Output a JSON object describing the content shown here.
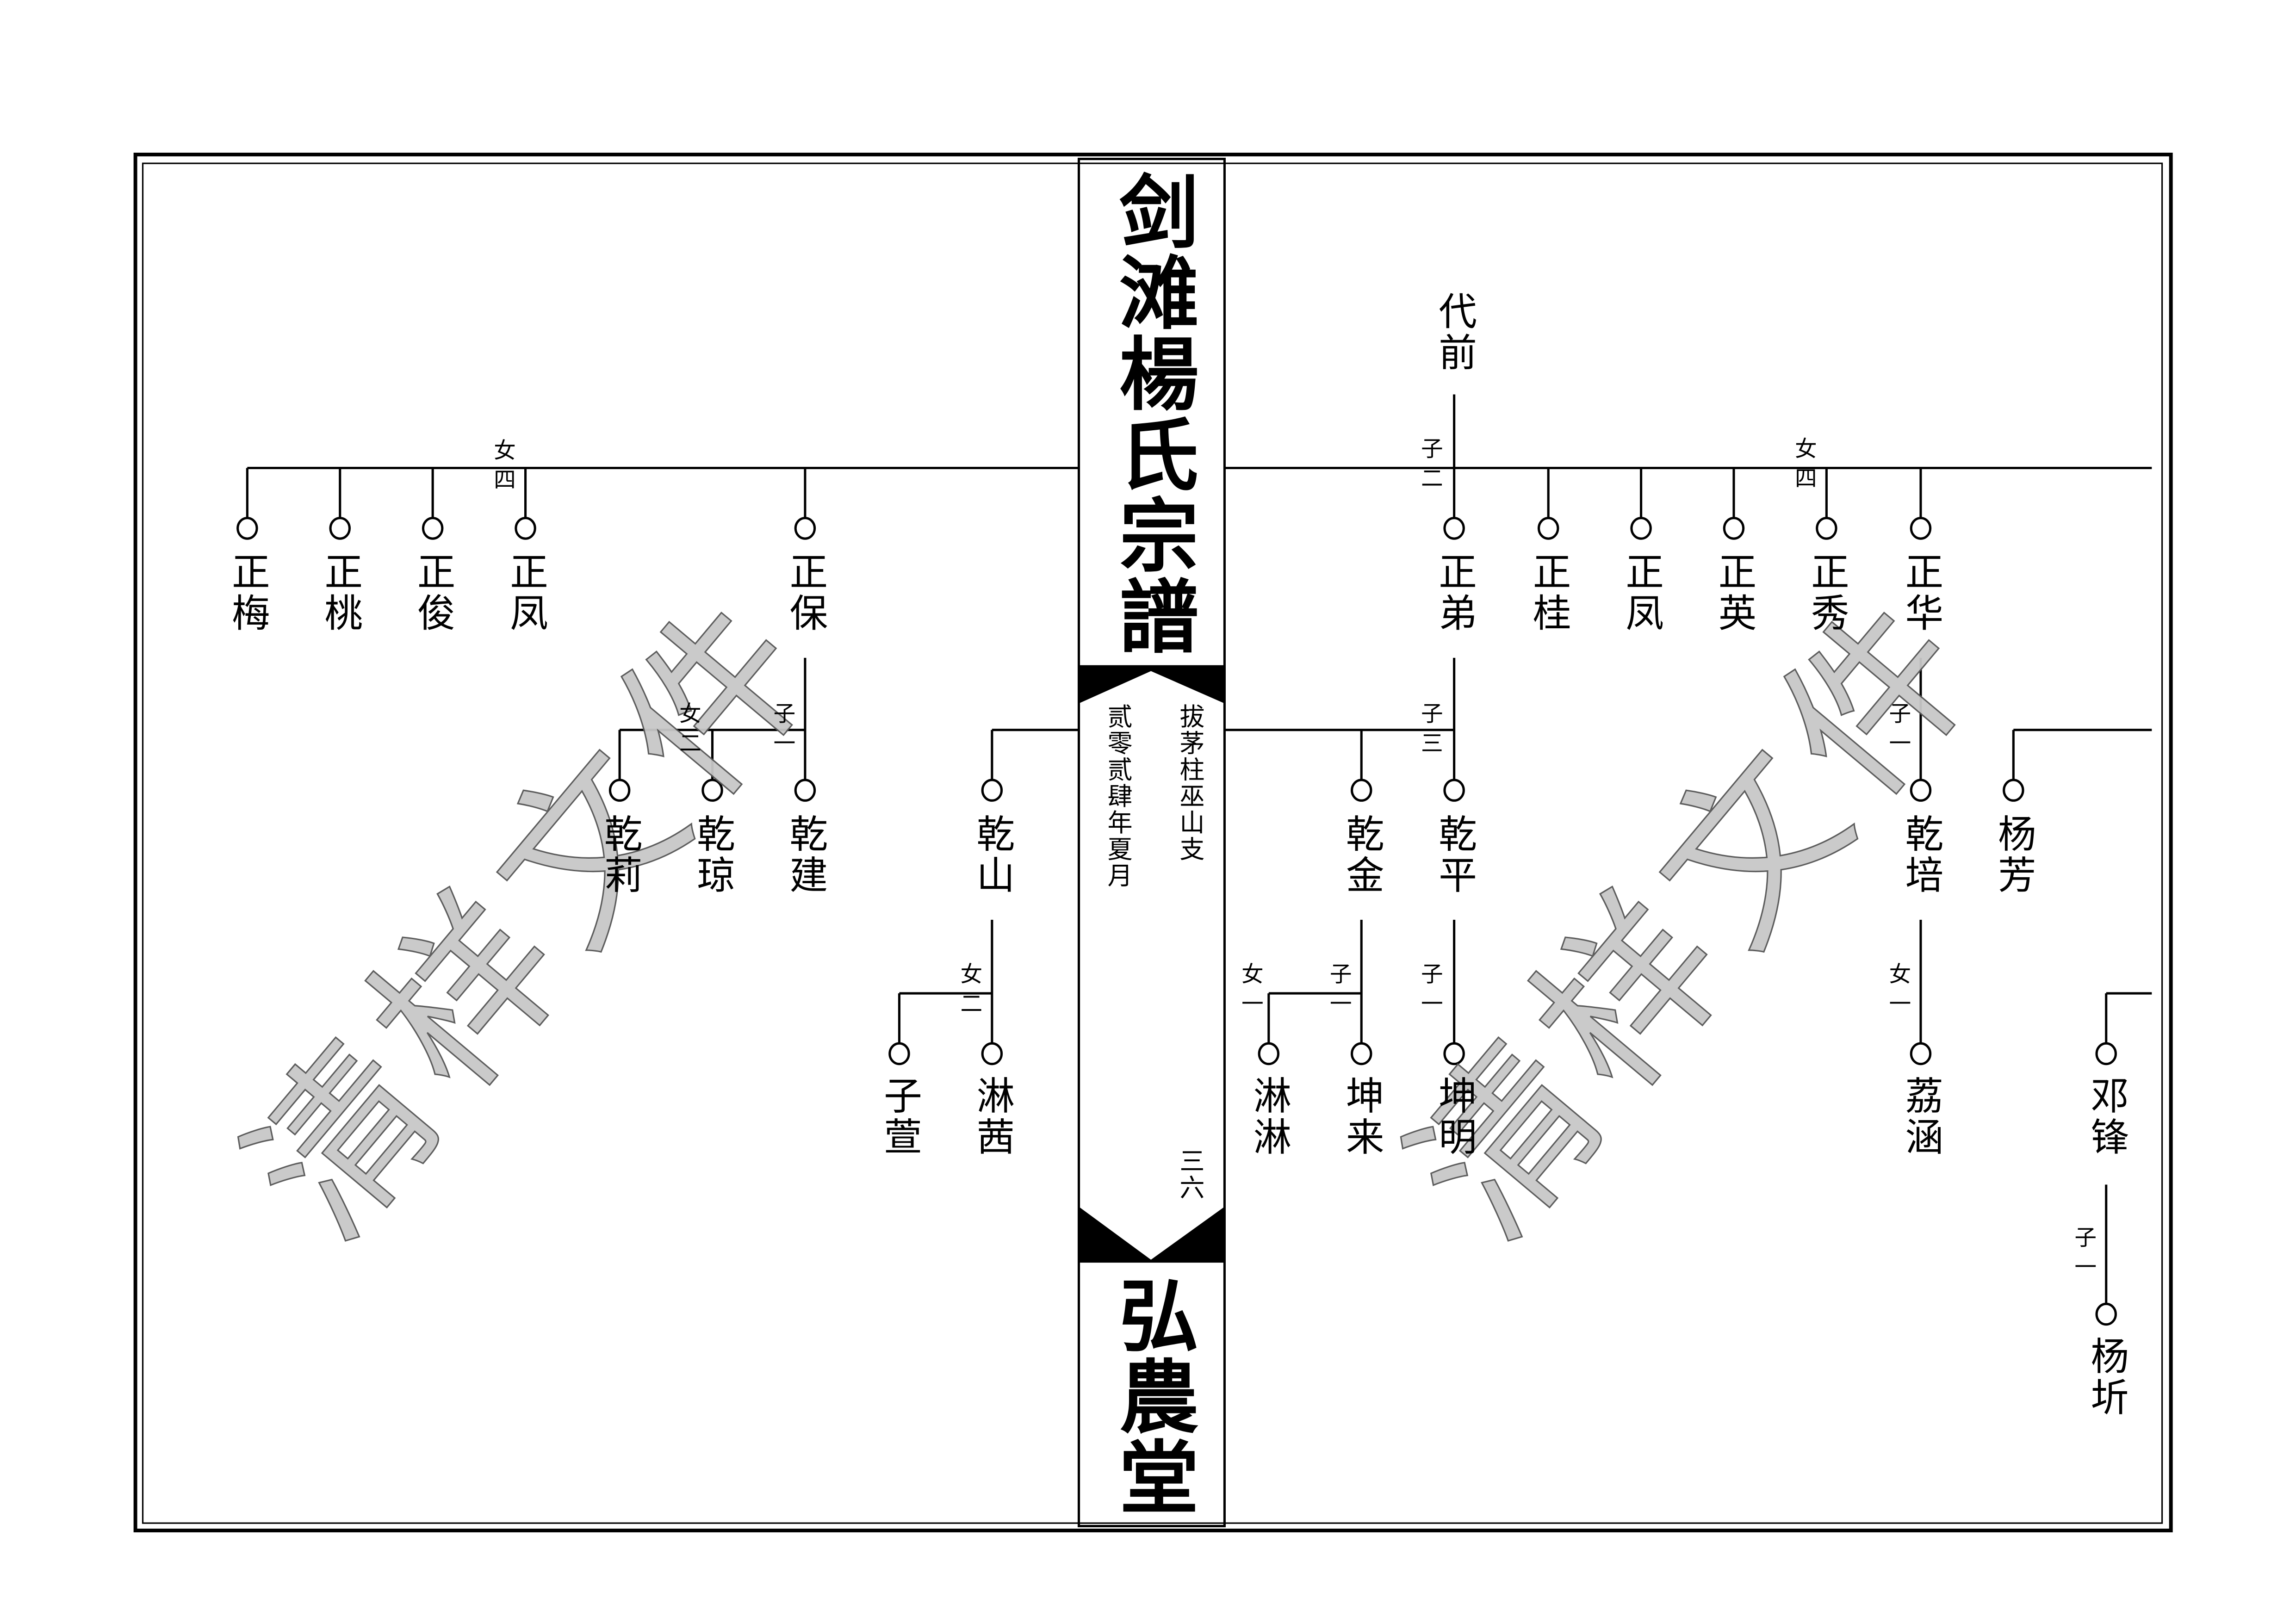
{
  "title": "剑滩楊氏宗譜",
  "hall": "弘農堂",
  "branch": "拔茅柱巫山支",
  "date": "贰零贰肆年夏月",
  "page_number": "三六",
  "watermark": "清样文件",
  "people": [
    "正梅",
    "正桃",
    "正俊",
    "正凤",
    "正保",
    "乾莉",
    "乾琼",
    "乾建",
    "乾山",
    "子萱",
    "淋茜",
    "代前",
    "正弟",
    "正桂",
    "正凤",
    "正英",
    "正秀",
    "正华",
    "乾金",
    "乾平",
    "淋淋",
    "坤来",
    "坤明",
    "乾培",
    "荔涵",
    "杨芳",
    "邓锋",
    "杨圻"
  ],
  "labels": [
    "女四",
    "子一",
    "女二",
    "女二",
    "子二",
    "女四",
    "子三",
    "子一",
    "女一",
    "子一",
    "子一",
    "女一",
    "子一"
  ],
  "colors": {
    "ink": "#000000",
    "watermark_fill": "#c8c8c8"
  }
}
